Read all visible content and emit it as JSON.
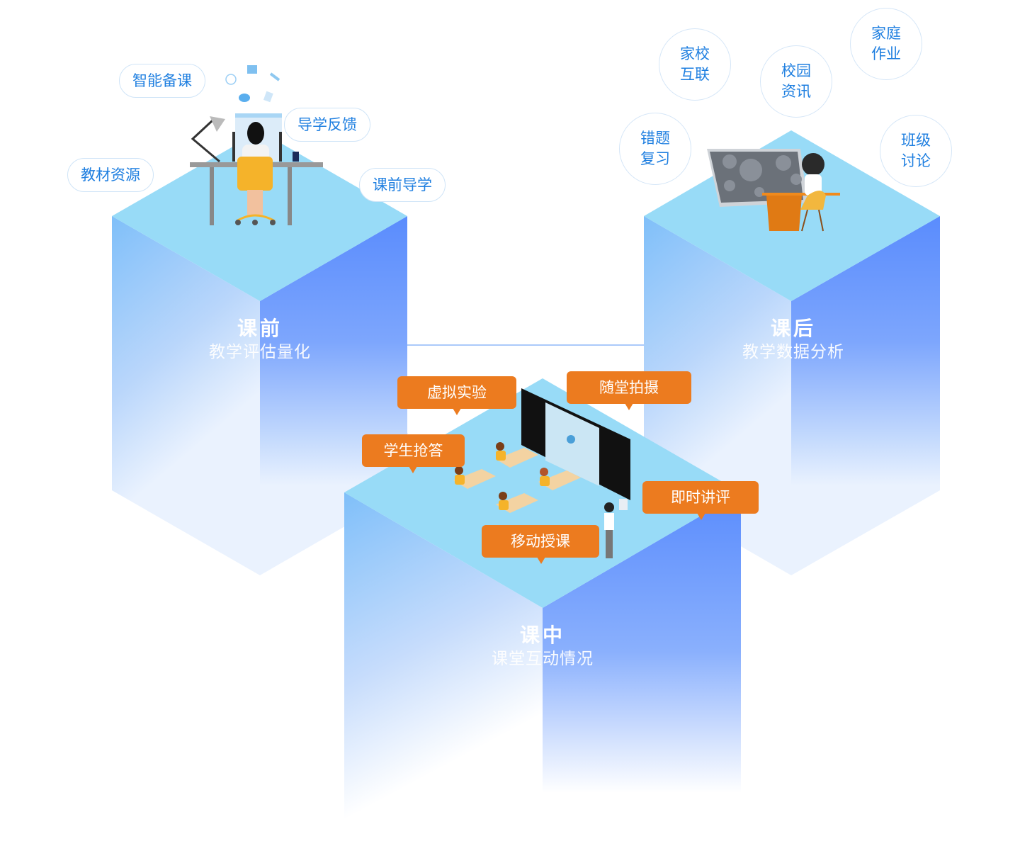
{
  "colors": {
    "cube_top": "#98dbf7",
    "cube_left": "#7fbff9",
    "cube_right": "#5a8cfd",
    "fade": "#eaf2fe",
    "connector": "#8fb8f8",
    "bubble": "#ec7b1f",
    "tag_text": "#1f7fe0"
  },
  "stages": {
    "before": {
      "title": "课前",
      "subtitle": "教学评估量化"
    },
    "during": {
      "title": "课中",
      "subtitle": "课堂互动情况"
    },
    "after": {
      "title": "课后",
      "subtitle": "教学数据分析"
    }
  },
  "before_tags": [
    "智能备课",
    "导学反馈",
    "教材资源",
    "课前导学"
  ],
  "after_tags": [
    {
      "line1": "家校",
      "line2": "互联"
    },
    {
      "line1": "校园",
      "line2": "资讯"
    },
    {
      "line1": "家庭",
      "line2": "作业"
    },
    {
      "line1": "错题",
      "line2": "复习"
    },
    {
      "line1": "班级",
      "line2": "讨论"
    }
  ],
  "during_tags": [
    "虚拟实验",
    "随堂拍摄",
    "学生抢答",
    "即时讲评",
    "移动授课"
  ],
  "illustrations": {
    "before": "teacher-at-desk-illustration",
    "during": "classroom-smartboard-illustration",
    "after": "student-studying-tablet-illustration"
  }
}
